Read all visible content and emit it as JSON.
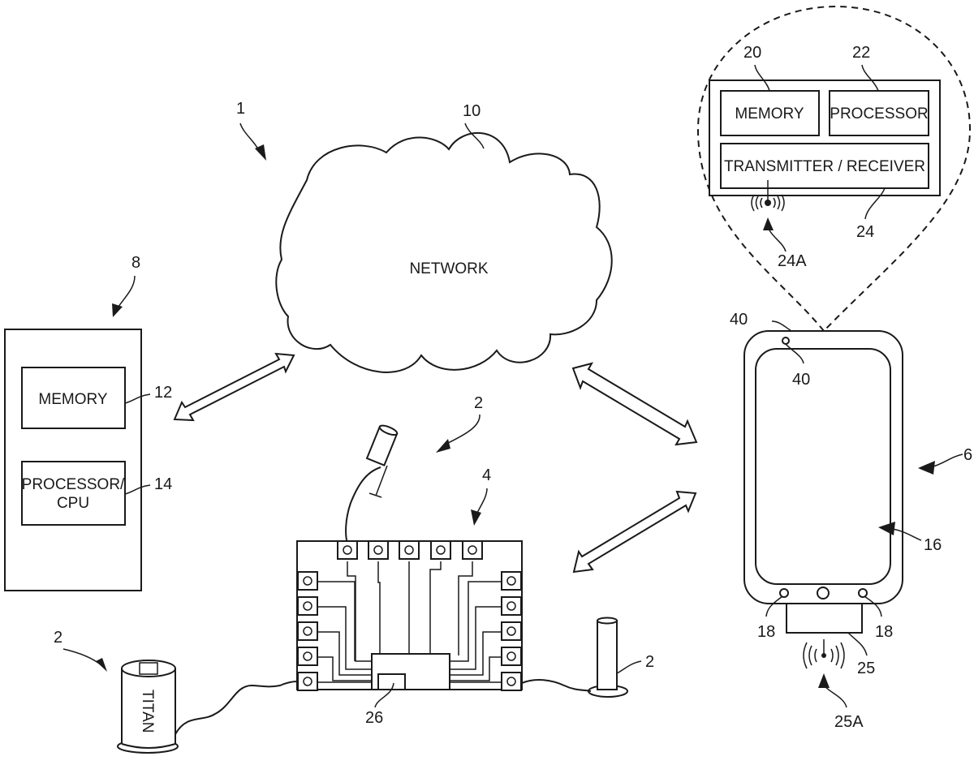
{
  "figure": {
    "system_ref": "1",
    "network": {
      "ref": "10",
      "label": "NETWORK"
    },
    "server": {
      "ref": "8",
      "memory": {
        "ref": "12",
        "label": "MEMORY"
      },
      "processor": {
        "ref": "14",
        "label_line1": "PROCESSOR/",
        "label_line2": "CPU"
      }
    },
    "hub": {
      "ref": "4",
      "chip_ref": "26"
    },
    "sensors": [
      {
        "ref": "2",
        "kind": "probe"
      },
      {
        "ref": "2",
        "kind": "canister",
        "print": "TITAN"
      },
      {
        "ref": "2",
        "kind": "post"
      }
    ],
    "mobile_device": {
      "ref": "6",
      "screen_ref": "16",
      "buttons_ref": "18",
      "sensor_ref": "40",
      "module_ref": "25",
      "module_signal_ref": "25A"
    },
    "detail": {
      "memory": {
        "ref": "20",
        "label": "MEMORY"
      },
      "processor": {
        "ref": "22",
        "label": "PROCESSOR"
      },
      "transceiver": {
        "ref": "24",
        "label": "TRANSMITTER / RECEIVER"
      },
      "antenna_ref": "24A"
    },
    "colors": {
      "ink": "#1a1a1a",
      "paper": "#ffffff"
    }
  }
}
